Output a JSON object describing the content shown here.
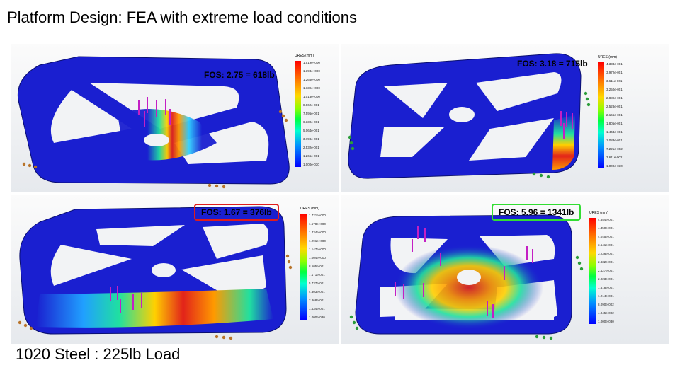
{
  "slide": {
    "title": "Platform Design: FEA with extreme load conditions",
    "footer": "1020 Steel : 225lb Load"
  },
  "panels": [
    {
      "id": "top-left",
      "fos_label": "FOS: 2.75 = 618lb",
      "highlight": "none",
      "legend": {
        "title": "URES (mm)",
        "ticks": [
          "1.519e+000",
          "1.393e+000",
          "1.266e+000",
          "1.139e+000",
          "1.013e+000",
          "8.862e-001",
          "7.596e-001",
          "6.330e-001",
          "5.064e-001",
          "3.798e-001",
          "2.532e-001",
          "1.266e-001",
          "1.000e-030"
        ]
      }
    },
    {
      "id": "top-right",
      "fos_label": "FOS: 3.18 = 715lb",
      "highlight": "none",
      "legend": {
        "title": "URES (mm)",
        "ticks": [
          "4.333e-001",
          "3.972e-001",
          "3.611e-001",
          "3.250e-001",
          "2.889e-001",
          "2.528e-001",
          "2.166e-001",
          "1.805e-001",
          "1.444e-001",
          "1.083e-001",
          "7.221e-002",
          "3.611e-002",
          "1.000e-030"
        ]
      }
    },
    {
      "id": "bottom-left",
      "fos_label": "FOS: 1.67 = 376lb",
      "highlight": "red",
      "legend": {
        "title": "URES (mm)",
        "ticks": [
          "1.721e+000",
          "1.578e+000",
          "1.434e+000",
          "1.291e+000",
          "1.147e+000",
          "1.004e+000",
          "8.605e-001",
          "7.171e-001",
          "5.737e-001",
          "4.303e-001",
          "2.868e-001",
          "1.434e-001",
          "1.000e-030"
        ]
      }
    },
    {
      "id": "bottom-right",
      "fos_label": "FOS: 5.96 = 1341lb",
      "highlight": "green",
      "legend": {
        "title": "URES (mm)",
        "ticks": [
          "4.854e-001",
          "4.450e-001",
          "4.045e-001",
          "3.641e-001",
          "3.236e-001",
          "2.832e-001",
          "2.427e-001",
          "2.023e-001",
          "1.618e-001",
          "1.214e-001",
          "8.090e-002",
          "4.045e-002",
          "1.000e-030"
        ]
      }
    }
  ],
  "colors": {
    "mesh_blue": "#1a1fd0",
    "stress_red": "#e2231a",
    "load_arrow": "#c41fc4",
    "fixture_bronze": "#b8742a",
    "fixture_green": "#2a9c3a"
  }
}
